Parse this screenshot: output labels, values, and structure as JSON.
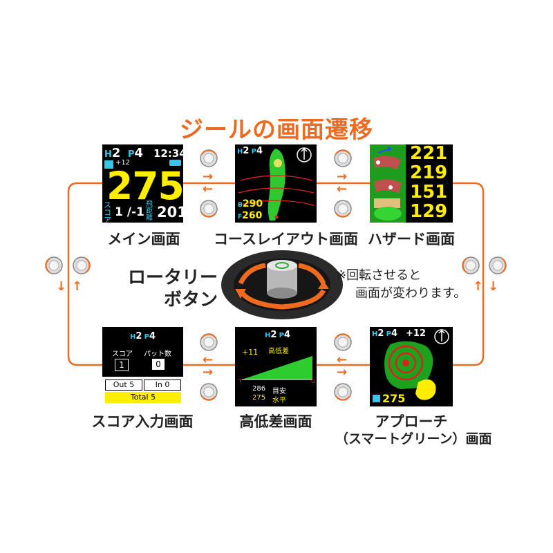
{
  "title": "ジールの画面遷移",
  "knob_label": [
    "ロータリー",
    "ボタン"
  ],
  "note": [
    "※回転させると",
    "画面が変わります。"
  ],
  "screens": {
    "main": {
      "caption": "メイン画面",
      "hole_letter": "H",
      "hole_num": "2",
      "par_letter": "P",
      "par_num": "4",
      "time": "12:34",
      "plus": "+12",
      "distance": "275",
      "score_label": "スコア",
      "score": "1 /-1",
      "carry_label": "飛距離",
      "carry": "201"
    },
    "layout": {
      "caption": "コースレイアウト画面",
      "hole_letter": "H",
      "hole_num": "2",
      "par_letter": "P",
      "par_num": "4",
      "back_letter": "B",
      "back": "290",
      "front_letter": "F",
      "front": "260"
    },
    "hazard": {
      "caption": "ハザード画面",
      "values": [
        "221",
        "219",
        "151",
        "129"
      ]
    },
    "approach": {
      "caption_lines": [
        "アプローチ",
        "（スマートグリーン）画面"
      ],
      "hole_letter": "H",
      "hole_num": "2",
      "par_letter": "P",
      "par_num": "4",
      "plus": "+12",
      "distance": "275"
    },
    "elevation": {
      "caption": "高低差画面",
      "hole_letter": "H",
      "hole_num": "2",
      "par_letter": "P",
      "par_num": "4",
      "plus": "+11",
      "label": "高低差",
      "t": "T",
      "g": "G",
      "dist1": "286",
      "dist2": "275",
      "guide1": "目安",
      "guide2": "水平"
    },
    "score_input": {
      "caption": "スコア入力画面",
      "hole_letter": "H",
      "hole_num": "2",
      "par_letter": "P",
      "par_num": "4",
      "score_label": "スコア",
      "putt_label": "パット数",
      "score": "1",
      "putts": "0",
      "out": "Out 5",
      "in": "In 0",
      "total": "Total 5"
    }
  },
  "colors": {
    "accent": "#ee6a1f",
    "yellow": "#ffee00",
    "cyan": "#37c6e8",
    "green": "#33cc33"
  }
}
